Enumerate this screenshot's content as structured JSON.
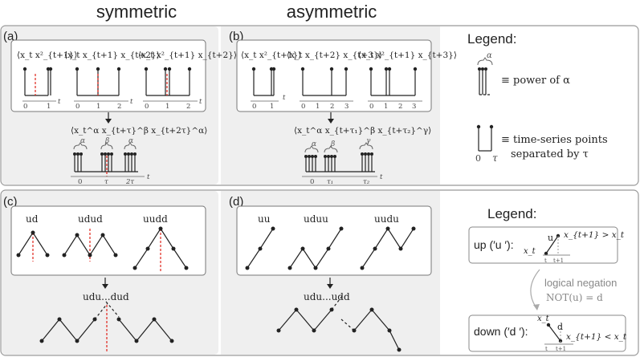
{
  "headers": {
    "symmetric": "symmetric",
    "asymmetric": "asymmetric"
  },
  "panels": {
    "a": {
      "label": "(a)",
      "terms": [
        "⟨x_t x²_{t+1}⟩",
        "⟨x_t x_{t+1} x_{t+2}⟩",
        "⟨x_t x²_{t+1} x_{t+2}⟩"
      ],
      "ticks1": [
        "0",
        "1"
      ],
      "ticks2": [
        "0",
        "1",
        "2"
      ],
      "ticks3": [
        "0",
        "1",
        "2"
      ],
      "t": "t",
      "general": "⟨x_t^α x_{t+τ}^β x_{t+2τ}^α⟩",
      "greek": [
        "α",
        "β",
        "α"
      ],
      "gticks": [
        "0",
        "τ",
        "2τ"
      ]
    },
    "b": {
      "label": "(b)",
      "terms": [
        "⟨x_t x²_{t+1}⟩",
        "⟨x_t x_{t+2} x_{t+3}⟩",
        "⟨x_t x²_{t+1} x_{t+3}⟩"
      ],
      "ticks1": [
        "0",
        "1"
      ],
      "ticks2": [
        "0",
        "1",
        "2",
        "3"
      ],
      "ticks3": [
        "0",
        "1",
        "2",
        "3"
      ],
      "t": "t",
      "general": "⟨x_t^α x_{t+τ₁}^β x_{t+τ₂}^γ⟩",
      "greek": [
        "α",
        "β",
        "γ"
      ],
      "gticks": [
        "0",
        "τ₁",
        "τ₂"
      ]
    },
    "c": {
      "label": "(c)",
      "words": [
        "ud",
        "udud",
        "uudd"
      ],
      "sequence": "udu...dud"
    },
    "d": {
      "label": "(d)",
      "words": [
        "uu",
        "uduu",
        "uudu"
      ],
      "sequence": "udu...udd"
    }
  },
  "legend_top": {
    "title": "Legend:",
    "alpha": "α",
    "power": "≡ power of α",
    "ts_line1": "≡ time-series points",
    "ts_line2": "separated by τ",
    "zero": "0",
    "tau": "τ"
  },
  "legend_bottom": {
    "title": "Legend:",
    "up_label": "up (′u ′):",
    "up_cond": "x_{t+1} > x_t",
    "up_letter": "u",
    "negation": "logical negation",
    "not": "NOT(u) = d",
    "down_label": "down (′d ′):",
    "down_cond": "x_{t+1} < x_t",
    "down_letter": "d",
    "xt": "x_t",
    "t": "t",
    "t1": "t+1"
  },
  "colors": {
    "panel_bg": "#efefef",
    "frame": "#999999",
    "red_dash": "#e0241b",
    "axis": "#888888"
  }
}
